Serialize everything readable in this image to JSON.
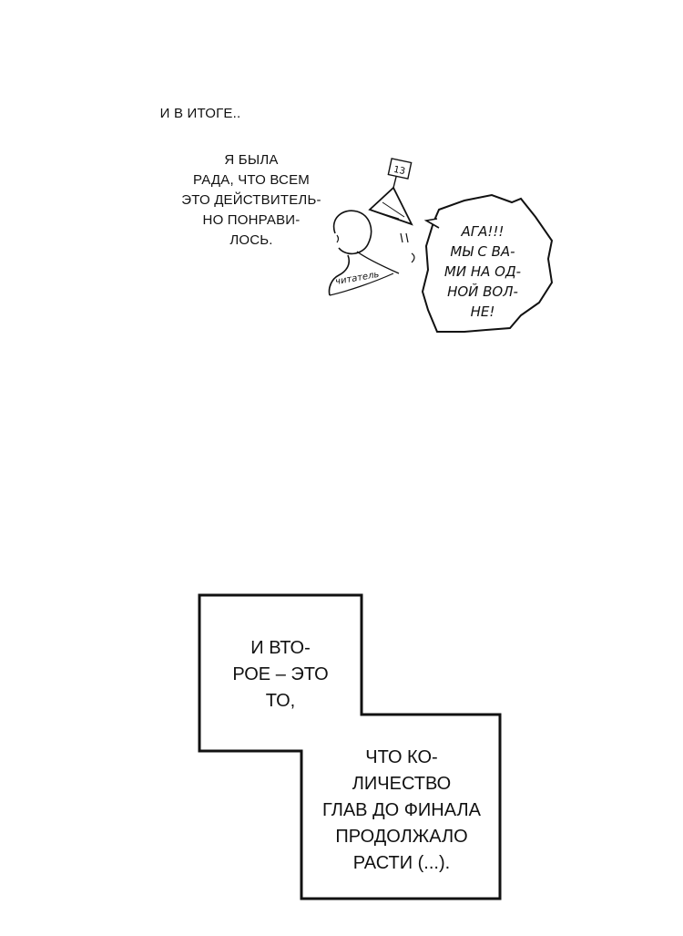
{
  "captions": {
    "intro": "И В ИТОГЕ..",
    "joy_lines": [
      "Я БЫЛА",
      "РАДА, ЧТО ВСЕМ",
      "ЭТО ДЕЙСТВИТЕЛЬ-",
      "НО ПОНРАВИ-",
      "ЛОСЬ."
    ]
  },
  "reader_bubble": {
    "lines": [
      "АГА!!!",
      "МЫ С ВА-",
      "МИ НА ОД-",
      "НОЙ ВОЛ-",
      "НЕ!"
    ],
    "character_label": "читатель",
    "sign_text": "13"
  },
  "panels": {
    "top_lines": [
      "И ВТО-",
      "РОЕ – ЭТО",
      "ТО,"
    ],
    "bottom_lines": [
      "ЧТО КО-",
      "ЛИЧЕСТВО",
      "ГЛАВ ДО ФИНАЛА",
      "ПРОДОЛЖАЛО",
      "РАСТИ (...)."
    ]
  }
}
